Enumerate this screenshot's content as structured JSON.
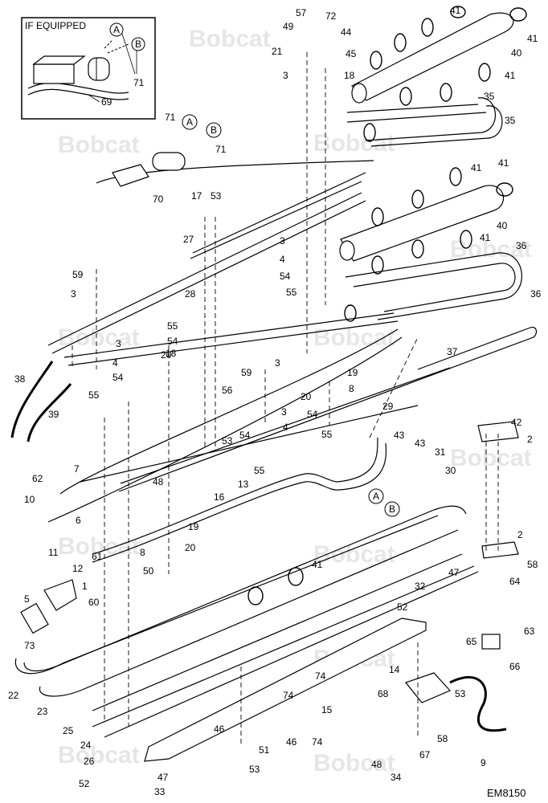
{
  "inset": {
    "title": "IF EQUIPPED",
    "labels": [
      "69",
      "71"
    ],
    "letters": [
      "A",
      "B"
    ]
  },
  "watermark": {
    "text": "Bobcat"
  },
  "reference": "EM8150",
  "callouts": [
    {
      "text": "57"
    },
    {
      "text": "72"
    },
    {
      "text": "49"
    },
    {
      "text": "44"
    },
    {
      "text": "21"
    },
    {
      "text": "45"
    },
    {
      "text": "3"
    },
    {
      "text": "18"
    },
    {
      "text": "41"
    },
    {
      "text": "41"
    },
    {
      "text": "40"
    },
    {
      "text": "41"
    },
    {
      "text": "35"
    },
    {
      "text": "35"
    },
    {
      "text": "71"
    },
    {
      "text": "71"
    },
    {
      "text": "70"
    },
    {
      "text": "17"
    },
    {
      "text": "53"
    },
    {
      "text": "41"
    },
    {
      "text": "41"
    },
    {
      "text": "40"
    },
    {
      "text": "41"
    },
    {
      "text": "36"
    },
    {
      "text": "36"
    },
    {
      "text": "27"
    },
    {
      "text": "3"
    },
    {
      "text": "4"
    },
    {
      "text": "59"
    },
    {
      "text": "3"
    },
    {
      "text": "28"
    },
    {
      "text": "54"
    },
    {
      "text": "55"
    },
    {
      "text": "55"
    },
    {
      "text": "54"
    },
    {
      "text": "20"
    },
    {
      "text": "18"
    },
    {
      "text": "3"
    },
    {
      "text": "4"
    },
    {
      "text": "54"
    },
    {
      "text": "55"
    },
    {
      "text": "38"
    },
    {
      "text": "39"
    },
    {
      "text": "59"
    },
    {
      "text": "3"
    },
    {
      "text": "56"
    },
    {
      "text": "19"
    },
    {
      "text": "8"
    },
    {
      "text": "20"
    },
    {
      "text": "54"
    },
    {
      "text": "37"
    },
    {
      "text": "29"
    },
    {
      "text": "3"
    },
    {
      "text": "4"
    },
    {
      "text": "54"
    },
    {
      "text": "55"
    },
    {
      "text": "55"
    },
    {
      "text": "42"
    },
    {
      "text": "2"
    },
    {
      "text": "43"
    },
    {
      "text": "43"
    },
    {
      "text": "53"
    },
    {
      "text": "31"
    },
    {
      "text": "30"
    },
    {
      "text": "62"
    },
    {
      "text": "7"
    },
    {
      "text": "48"
    },
    {
      "text": "13"
    },
    {
      "text": "10"
    },
    {
      "text": "6"
    },
    {
      "text": "16"
    },
    {
      "text": "19"
    },
    {
      "text": "8"
    },
    {
      "text": "20"
    },
    {
      "text": "2"
    },
    {
      "text": "11"
    },
    {
      "text": "61"
    },
    {
      "text": "12"
    },
    {
      "text": "50"
    },
    {
      "text": "41"
    },
    {
      "text": "58"
    },
    {
      "text": "1"
    },
    {
      "text": "47"
    },
    {
      "text": "32"
    },
    {
      "text": "64"
    },
    {
      "text": "5"
    },
    {
      "text": "60"
    },
    {
      "text": "52"
    },
    {
      "text": "63"
    },
    {
      "text": "73"
    },
    {
      "text": "65"
    },
    {
      "text": "66"
    },
    {
      "text": "74"
    },
    {
      "text": "14"
    },
    {
      "text": "22"
    },
    {
      "text": "74"
    },
    {
      "text": "68"
    },
    {
      "text": "23"
    },
    {
      "text": "15"
    },
    {
      "text": "53"
    },
    {
      "text": "25"
    },
    {
      "text": "46"
    },
    {
      "text": "24"
    },
    {
      "text": "51"
    },
    {
      "text": "46"
    },
    {
      "text": "74"
    },
    {
      "text": "67"
    },
    {
      "text": "58"
    },
    {
      "text": "9"
    },
    {
      "text": "26"
    },
    {
      "text": "53"
    },
    {
      "text": "48"
    },
    {
      "text": "34"
    },
    {
      "text": "47"
    },
    {
      "text": "52"
    },
    {
      "text": "33"
    }
  ],
  "diagram_letters": [
    {
      "text": "A"
    },
    {
      "text": "B"
    },
    {
      "text": "A"
    },
    {
      "text": "B"
    }
  ]
}
